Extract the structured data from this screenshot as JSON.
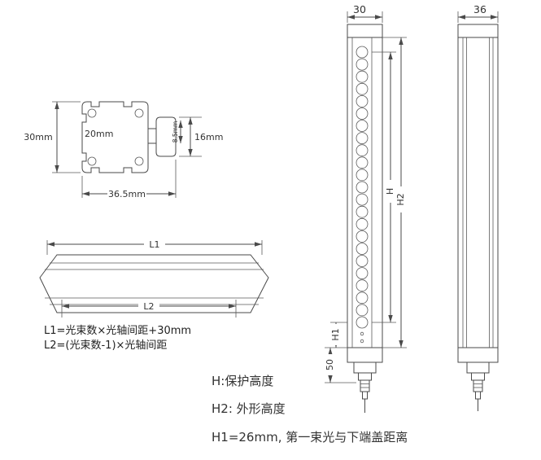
{
  "colors": {
    "line": "#4a4a4a",
    "text": "#333333",
    "background": "#ffffff"
  },
  "cross_section": {
    "height_label": "30mm",
    "inner_label": "20mm",
    "slot_label": "8.5mm",
    "flange_label": "16mm",
    "width_label": "36.5mm"
  },
  "length_view": {
    "l1_label": "L1",
    "l2_label": "L2",
    "l1_formula": "L1=光束数×光轴间距+30mm",
    "l2_formula": "L2=(光束数-1)×光轴间距"
  },
  "front_view": {
    "width_label": "30",
    "beam_count": 23,
    "h_label": "H",
    "h2_label": "H2",
    "h1_label": "H1",
    "bottom_label": "50"
  },
  "profile_view": {
    "width_label": "36"
  },
  "notes": {
    "line1": "H:保护高度",
    "line2": "H2: 外形高度",
    "line3": "H1=26mm, 第一束光与下端盖距离"
  }
}
